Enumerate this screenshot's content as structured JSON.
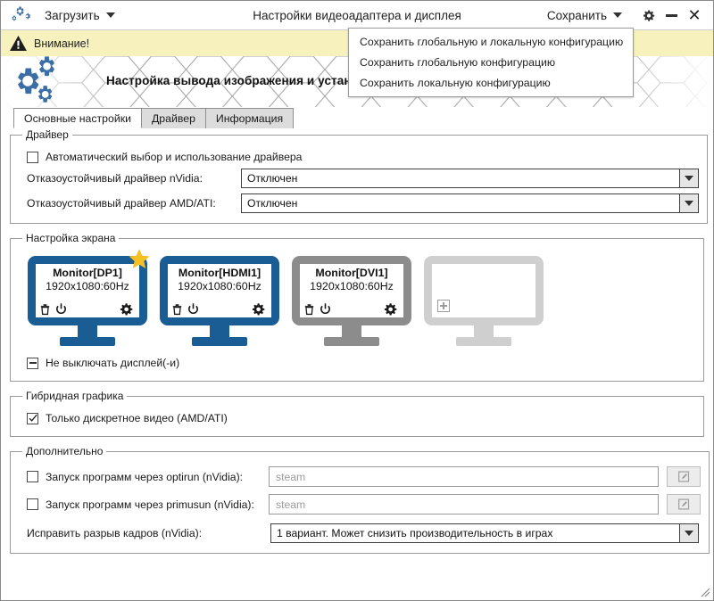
{
  "titlebar": {
    "logo_icon": "gears-icon",
    "load_label": "Загрузить",
    "title": "Настройки видеоадаптера и дисплея",
    "save_label": "Сохранить",
    "settings_icon": "gear-icon",
    "minimize_icon": "minimize-icon",
    "close_icon": "close-icon"
  },
  "save_menu": {
    "items": [
      {
        "label": "Сохранить глобальную и локальную конфигурацию"
      },
      {
        "label": "Сохранить глобальную конфигурацию"
      },
      {
        "label": "Сохранить локальную конфигурацию"
      }
    ]
  },
  "warning": {
    "icon": "warning-triangle-icon",
    "text": "Внимание!",
    "background": "#f6f1bd"
  },
  "header": {
    "icon": "gears-icon",
    "title": "Настройка вывода изображения и установка драйвера видеокарты"
  },
  "tabs": [
    {
      "label": "Основные настройки",
      "active": true
    },
    {
      "label": "Драйвер",
      "active": false
    },
    {
      "label": "Информация",
      "active": false
    }
  ],
  "driver_group": {
    "legend": "Драйвер",
    "auto_checkbox": {
      "label": "Автоматический выбор и использование драйвера",
      "state": "unchecked"
    },
    "nvidia": {
      "label": "Отказоустойчивый драйвер nVidia:",
      "value": "Отключен"
    },
    "amd": {
      "label": "Отказоустойчивый драйвер AMD/ATI:",
      "value": "Отключен"
    }
  },
  "screen_group": {
    "legend": "Настройка экрана",
    "monitors": [
      {
        "name": "Monitor[DP1]",
        "resolution": "1920x1080:60Hz",
        "state": "active",
        "primary": true,
        "icons": [
          "trash-icon",
          "power-icon",
          "gear-icon"
        ]
      },
      {
        "name": "Monitor[HDMI1]",
        "resolution": "1920x1080:60Hz",
        "state": "active",
        "primary": false,
        "icons": [
          "trash-icon",
          "power-icon",
          "gear-icon"
        ]
      },
      {
        "name": "Monitor[DVI1]",
        "resolution": "1920x1080:60Hz",
        "state": "disabled",
        "primary": false,
        "icons": [
          "trash-icon",
          "power-icon",
          "gear-icon"
        ]
      },
      {
        "name": "",
        "resolution": "",
        "state": "empty",
        "primary": false,
        "icons": [
          "plus-icon"
        ]
      }
    ],
    "keep_on_checkbox": {
      "label": "Не выключать дисплей(-и)",
      "state": "indeterminate"
    },
    "active_color": "#1a5c94",
    "disabled_color": "#8c8c8c",
    "empty_color": "#cfcfcf",
    "star_color": "#f5c024"
  },
  "hybrid_group": {
    "legend": "Гибридная графика",
    "discrete_checkbox": {
      "label": "Только дискретное видео (AMD/ATI)",
      "state": "checked"
    }
  },
  "extra_group": {
    "legend": "Дополнительно",
    "optirun": {
      "label": "Запуск программ через optirun (nVidia):",
      "state": "unchecked",
      "placeholder": "steam",
      "value": "",
      "edit_icon": "edit-pencil-icon"
    },
    "primusun": {
      "label": "Запуск программ через primusun (nVidia):",
      "state": "unchecked",
      "placeholder": "steam",
      "value": "",
      "edit_icon": "edit-pencil-icon"
    },
    "tearing": {
      "label": "Исправить разрыв кадров (nVidia):",
      "value": "1 вариант. Может снизить производительность в играх"
    }
  },
  "resize_grip_icon": "resize-grip-icon"
}
